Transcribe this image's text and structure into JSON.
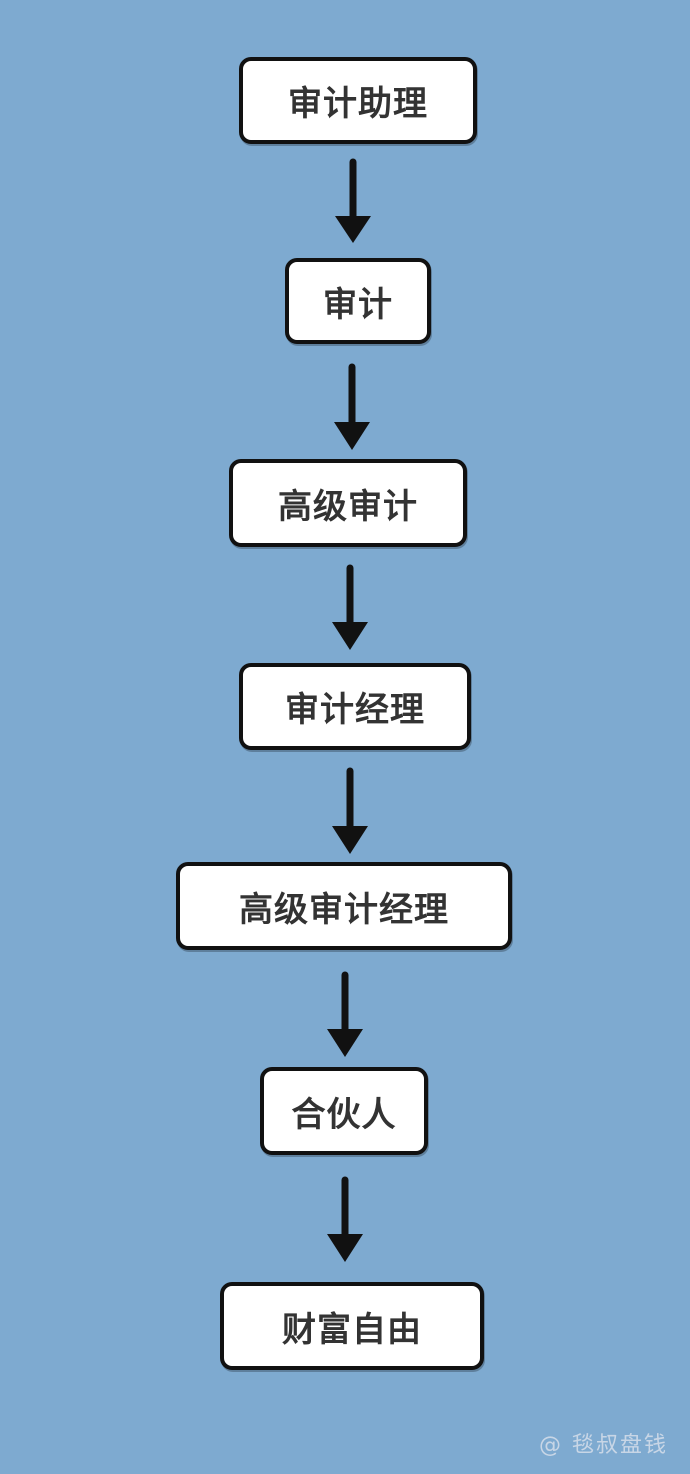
{
  "steps": [
    "审计助理",
    "审计",
    "高级审计",
    "审计经理",
    "高级审计经理",
    "合伙人",
    "财富自由"
  ],
  "watermark": "@ 毯叔盘钱",
  "colors": {
    "background": "#7eaad0",
    "box_fill": "#ffffff",
    "box_border": "#111111",
    "text": "#333333",
    "arrow": "#111111"
  }
}
